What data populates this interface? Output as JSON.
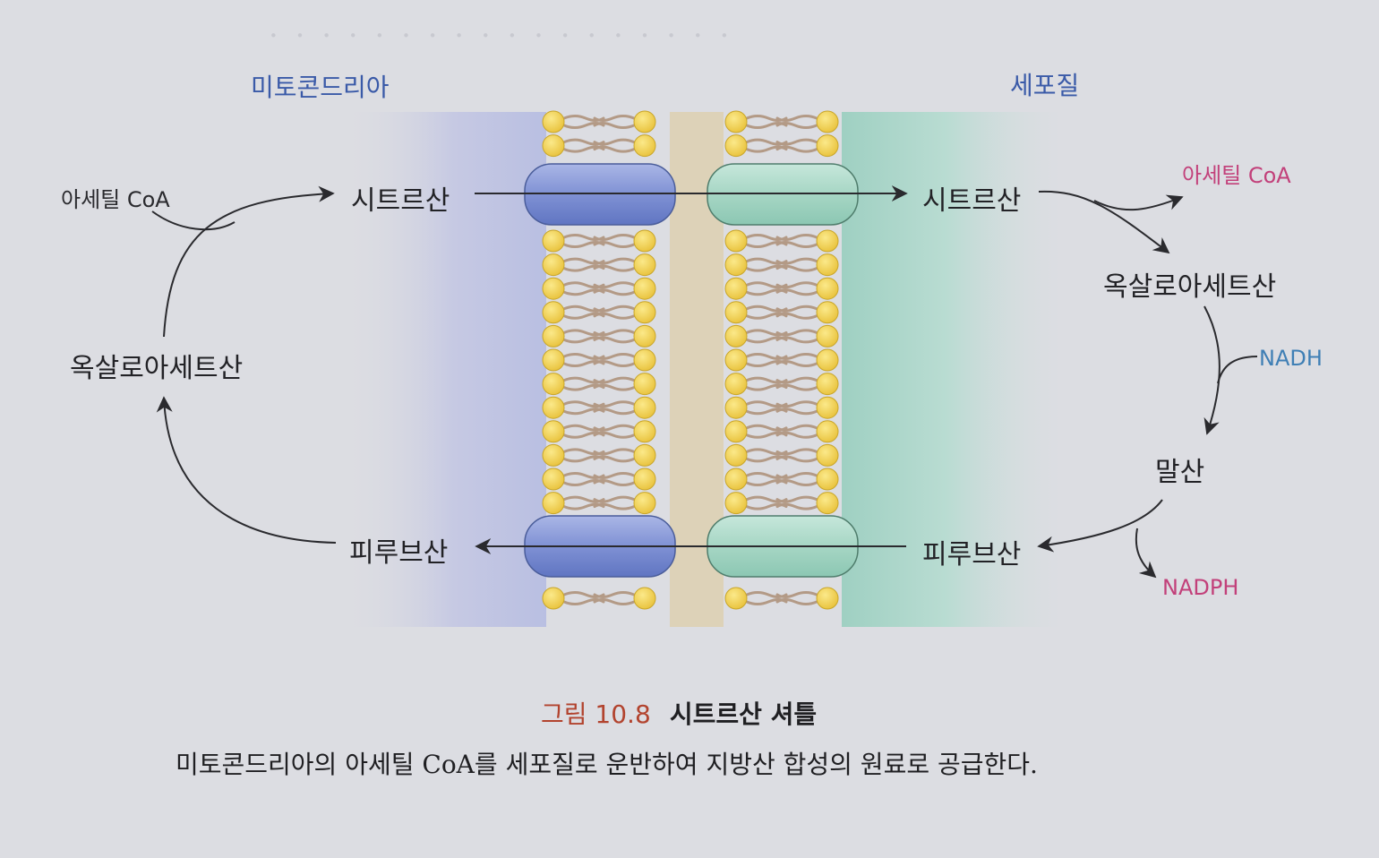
{
  "regions": {
    "mitochondria": "미토콘드리아",
    "cytoplasm": "세포질"
  },
  "mito_side": {
    "acetyl_coa": "아세틸 CoA",
    "citrate": "시트르산",
    "oxaloacetate": "옥살로아세트산",
    "pyruvate": "피루브산"
  },
  "cyto_side": {
    "citrate": "시트르산",
    "acetyl_coa": "아세틸 CoA",
    "oxaloacetate": "옥살로아세트산",
    "nadh": "NADH",
    "malate": "말산",
    "pyruvate": "피루브산",
    "nadph": "NADPH"
  },
  "caption": {
    "figure_number": "그림 10.8",
    "title": "시트르산 셔틀",
    "description": "미토콘드리아의 아세틸 CoA를 세포질로 운반하여 지방산 합성의 원료로 공급한다."
  },
  "colors": {
    "mito_tint": "#c3c7e4",
    "cyto_tint": "#a9d3c8",
    "intermembrane": "#ddd2b8",
    "lipid_head": "#f1cf4c",
    "lipid_tail": "#b39a86",
    "mito_transporter": "#7d8fd2",
    "cyto_transporter": "#a6d6c4",
    "arrow": "#2a2a2e",
    "pink_label": "#c2407a",
    "blue_label": "#3f7fb5"
  }
}
